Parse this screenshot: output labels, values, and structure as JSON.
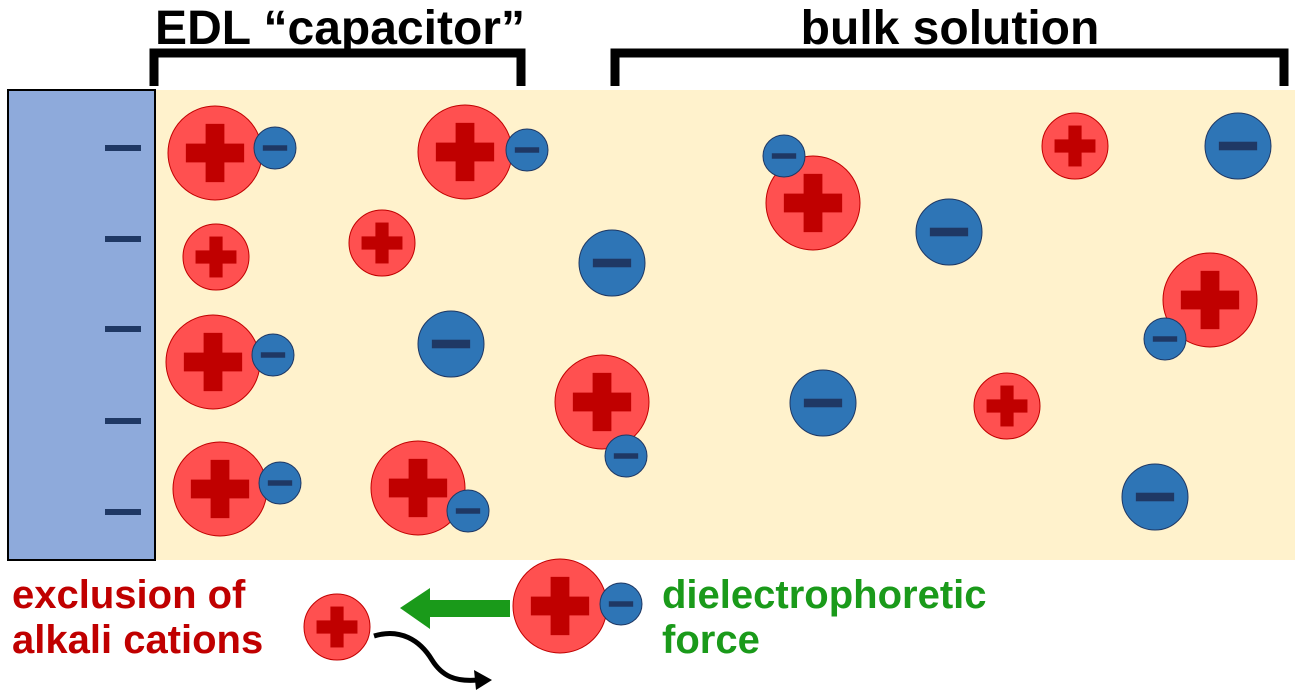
{
  "labels": {
    "edl_capacitor": "EDL “capacitor”",
    "bulk_solution": "bulk solution",
    "exclusion_line1": "exclusion of",
    "exclusion_line2": "alkali cations",
    "force_line1": "dielectrophoretic",
    "force_line2": "force"
  },
  "colors": {
    "electrode": "#8eaadb",
    "solution": "#fff2cc",
    "cation_fill": "#ff5050",
    "cation_sign": "#c00000",
    "anion_fill": "#2e75b6",
    "anion_sign": "#1f3864",
    "arrow_green": "#1a9a1a",
    "label_red": "#c00000",
    "label_green": "#1a9a1a"
  },
  "electrode_charges": [
    "−",
    "−",
    "−",
    "−",
    "−"
  ],
  "icons": {
    "cation": "plus-ion-icon",
    "anion": "minus-ion-icon",
    "force_arrow": "left-arrow-icon",
    "exclusion_arrow": "curved-arrow-icon"
  }
}
